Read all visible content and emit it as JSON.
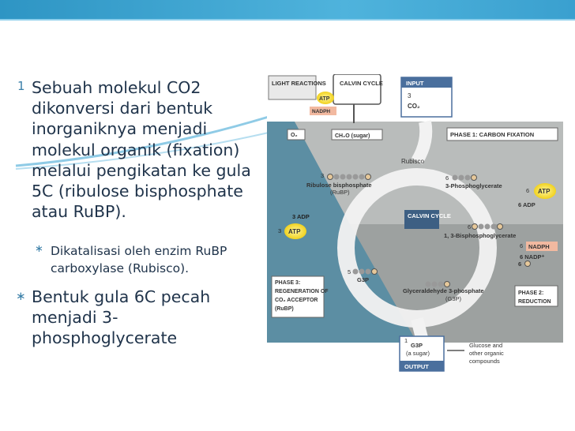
{
  "header": {
    "accent": "#3aa0cf"
  },
  "bullets": {
    "b1_marker": "1",
    "b1_text": "Sebuah molekul CO2 dikonversi dari bentuk inorganiknya menjadi molekul organik (fixation) melalui pengikatan ke gula 5C (ribulose bisphosphate atau RuBP).",
    "b2_marker": "∗",
    "b2_text": "Dikatalisasi oleh enzim   RuBP carboxylase (Rubisco).",
    "b3_marker": "∗",
    "b3_text": "Bentuk gula 6C pecah menjadi 3-phosphoglycerate"
  },
  "figure": {
    "light_reactions": "LIGHT REACTIONS",
    "atp": "ATP",
    "nadph": "NADPH",
    "calvin_cycle_top": "CALVIN CYCLE",
    "o2": "O₂",
    "ch2o": "CH₂O (sugar)",
    "input": "INPUT",
    "input_num": "3",
    "input_co2": "CO₂",
    "phase1": "PHASE 1: CARBON FIXATION",
    "rubisco": "Rubisco",
    "rubp_count": "3",
    "rubp_name": "Ribulose bisphosphate",
    "rubp_abbr": "(RuBP)",
    "pga_count": "6",
    "pga_name": "3-Phosphoglycerate",
    "atp_6": "6",
    "atp_6_label": "ATP",
    "adp_6": "6 ADP",
    "bpg_count": "6",
    "bpg_name": "1, 3-Bisphosphoglycerate",
    "nadph_6": "6",
    "nadph_6_label": "NADPH",
    "nadp_6": "6 NADP⁺",
    "pi_6": "6",
    "adp_3": "3 ADP",
    "atp_3": "3",
    "atp_3_label": "ATP",
    "calvin_center": "CALVIN CYCLE",
    "g3p_5_count": "5",
    "g3p_5_label": "G3P",
    "g3p_name": "Glyceraldehyde 3-phosphate",
    "g3p_abbr": "(G3P)",
    "phase3_a": "PHASE 3:",
    "phase3_b": "REGENERATION OF",
    "phase3_c": "CO₂ ACCEPTOR",
    "phase3_d": "(RuBP)",
    "phase2_a": "PHASE 2:",
    "phase2_b": "REDUCTION",
    "out_count": "1",
    "out_g3p": "G3P",
    "out_sugar": "(a sugar)",
    "glucose_1": "Glucose and",
    "glucose_2": "other organic",
    "glucose_3": "compounds",
    "output": "OUTPUT",
    "colors": {
      "phase_gray": "#a6aaa9",
      "phase_blue": "#5c8ea3",
      "atp_yellow": "#f3dc2b",
      "label_blue": "#4a6f9d"
    }
  }
}
